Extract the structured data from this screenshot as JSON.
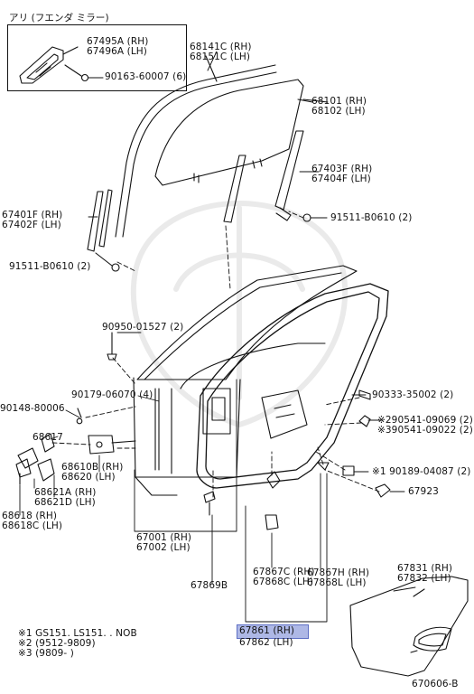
{
  "inset": {
    "title": "アリ (フエンダ ミラー)",
    "cover_rh": "67495A (RH)",
    "cover_lh": "67496A (LH)",
    "screw": "90163-60007 (6)"
  },
  "labels": {
    "channel_68141c": "68141C (RH)",
    "channel_68151c": "68151C (LH)",
    "glass_68101": "68101 (RH)",
    "glass_68102": "68102 (LH)",
    "run_67403f": "67403F (RH)",
    "run_67404f": "67404F (LH)",
    "bolt_right": "91511-B0610 (2)",
    "run_67401f": "67401F (RH)",
    "run_67402f": "67402F (LH)",
    "bolt_left": "91511-B0610 (2)",
    "bolt_90950": "90950-01527 (2)",
    "bolt_90179": "90179-06070 (4)",
    "bolt_90333": "90333-35002 (2)",
    "bolt_90148": "90148-80006",
    "clip_290541": "※290541-09069 (2)",
    "clip_390541": "※390541-09022 (2)",
    "part_68617": "68617",
    "hinge_68610b": "68610B (RH)",
    "hinge_68620": "68620 (LH)",
    "clip_190189": "※1 90189-04087 (2)",
    "part_67923": "67923",
    "hinge_68621a": "68621A (RH)",
    "hinge_68621d": "68621D (LH)",
    "hinge_68618": "68618 (RH)",
    "hinge_68618c": "68618C (LH)",
    "door_67001": "67001 (RH)",
    "door_67002": "67002 (LH)",
    "weather_67867h": "67867H (RH)",
    "weather_67868l": "67868L (LH)",
    "trim_67831": "67831 (RH)",
    "trim_67832": "67832 (LH)",
    "part_67867c": "67867C (RH)",
    "part_67868c": "67868C (LH)",
    "part_67869b": "67869B",
    "weather_67861": "67861 (RH)",
    "weather_67862": "67862 (LH)"
  },
  "notes": {
    "note1": "※1 GS151. LS151. . NOB",
    "note2": "※2 (9512-9809)",
    "note3": "※3 (9809-         )"
  },
  "figure_code": "670606-B"
}
